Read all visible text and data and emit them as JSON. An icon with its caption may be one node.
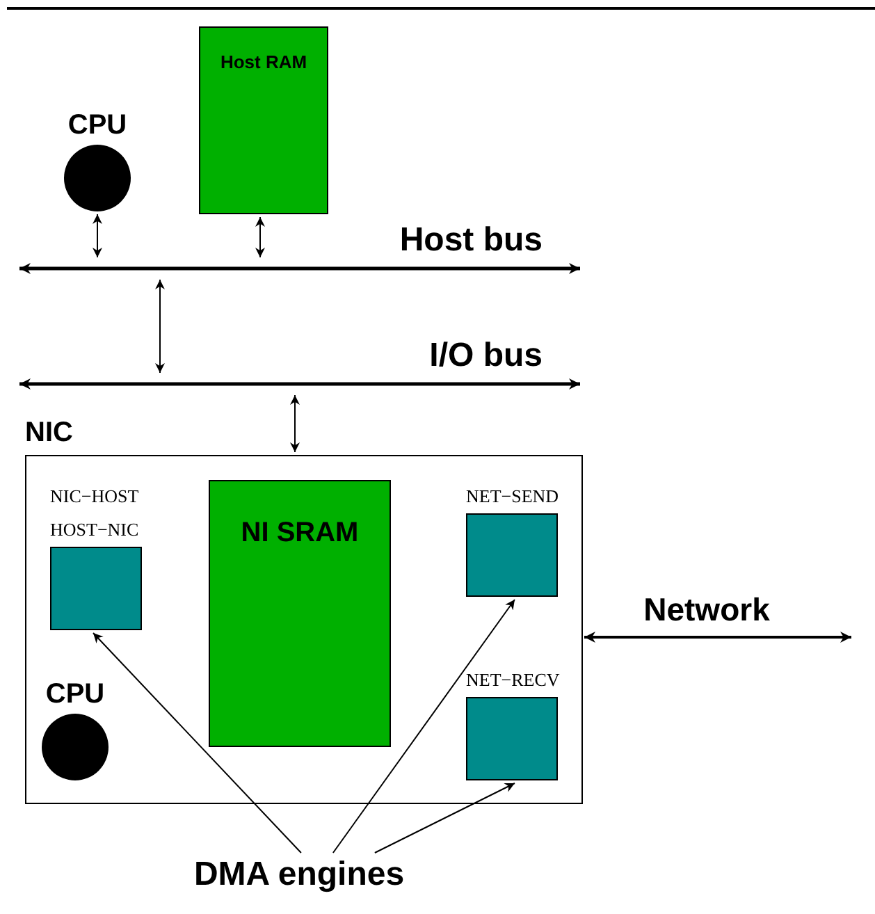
{
  "diagram": {
    "nodes": [
      {
        "text": [
          "CPU"
        ]
      },
      {
        "text": [
          "Host RAM"
        ]
      },
      {
        "text": [
          "Host bus"
        ]
      },
      {
        "text": [
          "I/O bus"
        ]
      },
      {
        "text": [
          "NIC"
        ]
      },
      {
        "text": [
          "NIC−HOST",
          "HOST−NIC"
        ],
        "in": 4
      },
      {
        "text": [
          "NI SRAM"
        ],
        "in": 4
      },
      {
        "text": [
          "NET−SEND"
        ],
        "in": 4
      },
      {
        "text": [
          "CPU"
        ],
        "in": 4
      },
      {
        "text": [
          "NET−RECV"
        ],
        "in": 4
      },
      {
        "text": [
          "DMA engines"
        ]
      }
    ],
    "edges": [
      {
        "from": 0,
        "to": 2,
        "arrow": "both"
      },
      {
        "from": 1,
        "to": 2,
        "arrow": "both"
      },
      {
        "from": 2,
        "to": 3,
        "arrow": "both"
      },
      {
        "from": 3,
        "to": 4,
        "arrow": "both"
      },
      {
        "from": 4,
        "to": null,
        "arrow": "both",
        "label": "Network"
      },
      {
        "from": 10,
        "to": 5,
        "arrow": "to"
      },
      {
        "from": 10,
        "to": 7,
        "arrow": "to"
      },
      {
        "from": 10,
        "to": 9,
        "arrow": "to"
      }
    ]
  }
}
